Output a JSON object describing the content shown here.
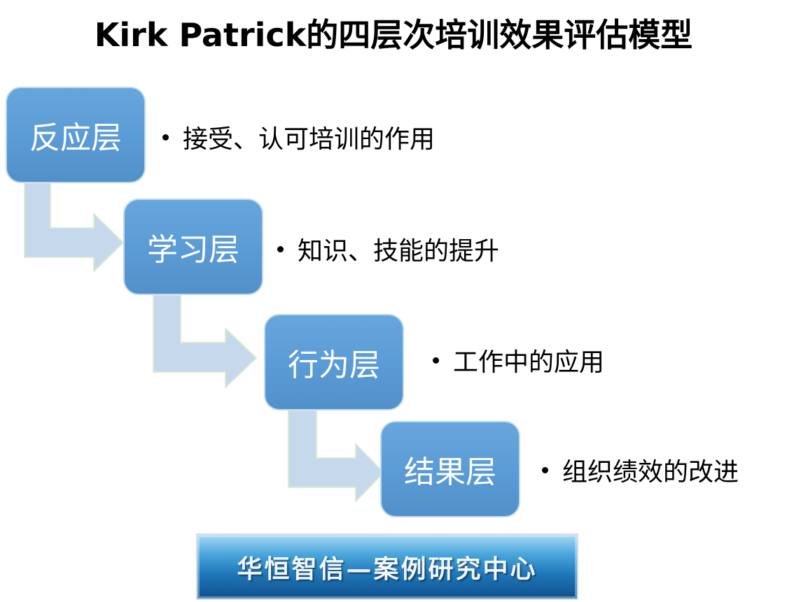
{
  "title": "Kirk Patrick的四层次培训效果评估模型",
  "levels": [
    {
      "label": "反应层",
      "description": "接受、认可培训的作用"
    },
    {
      "label": "学习层",
      "description": "知识、技能的提升"
    },
    {
      "label": "行为层",
      "description": "工作中的应用"
    },
    {
      "label": "结果层",
      "description": "组织绩效的改进"
    }
  ],
  "banner": {
    "text": "华恒智信—案例研究中心"
  },
  "colors": {
    "box_fill": "#5b9bd5",
    "box_border": "#bcd9ee",
    "arrow_fill": "#c6d9ec",
    "arrow_stroke": "#dbe9d2",
    "banner_blue": "#1f77b9"
  }
}
